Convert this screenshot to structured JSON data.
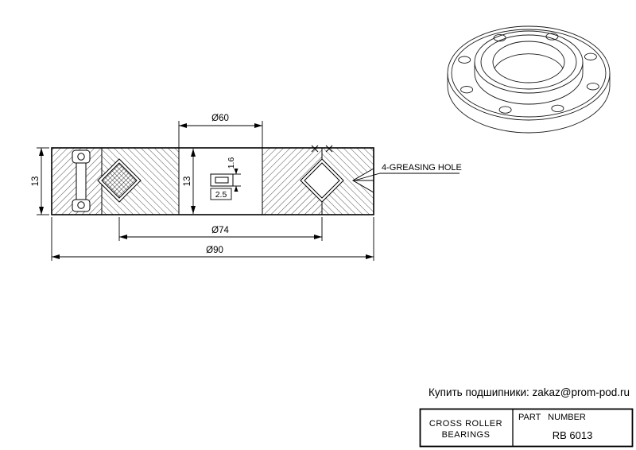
{
  "drawing": {
    "dim_bore": "Ø60",
    "dim_pitch": "Ø74",
    "dim_outer": "Ø90",
    "dim_width_left": "13",
    "dim_width_inner": "13",
    "dim_groove_depth": "1.6",
    "dim_groove_width": "2.5",
    "greasing_label": "4-GREASING HOLE"
  },
  "footer": {
    "contact_text": "Купить подшипники: zakaz@prom-pod.ru"
  },
  "title_block": {
    "product_line1": "CROSS ROLLER",
    "product_line2": "BEARINGS",
    "part_number_label": "PART NUMBER",
    "part_number_value": "RB 6013"
  },
  "colors": {
    "line": "#000000",
    "background": "#ffffff"
  }
}
